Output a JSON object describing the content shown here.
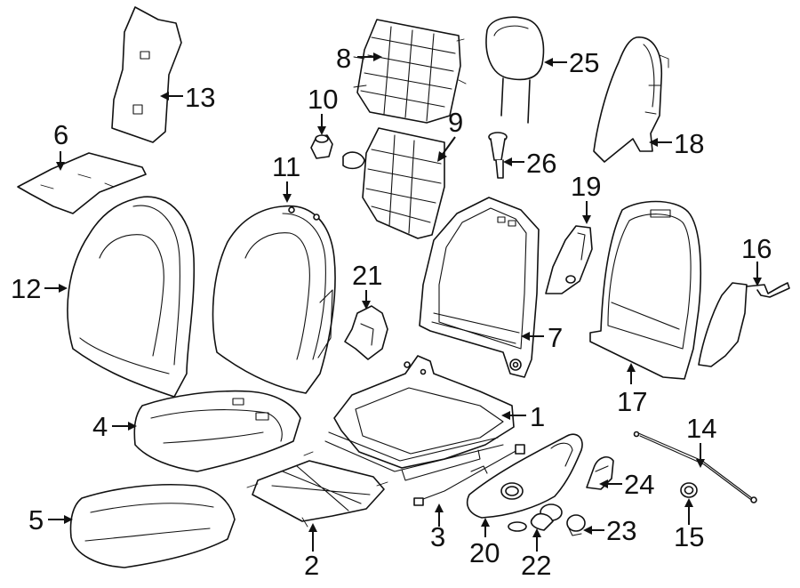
{
  "diagram": {
    "style": "line-art exploded parts view",
    "line_color": "#111111",
    "background": "#ffffff"
  },
  "callouts": [
    {
      "id": "c1",
      "label": "1"
    },
    {
      "id": "c2",
      "label": "2"
    },
    {
      "id": "c3",
      "label": "3"
    },
    {
      "id": "c4",
      "label": "4"
    },
    {
      "id": "c5",
      "label": "5"
    },
    {
      "id": "c6",
      "label": "6"
    },
    {
      "id": "c7",
      "label": "7"
    },
    {
      "id": "c8",
      "label": "8"
    },
    {
      "id": "c9",
      "label": "9"
    },
    {
      "id": "c10",
      "label": "10"
    },
    {
      "id": "c11",
      "label": "11"
    },
    {
      "id": "c12",
      "label": "12"
    },
    {
      "id": "c13",
      "label": "13"
    },
    {
      "id": "c14",
      "label": "14"
    },
    {
      "id": "c15",
      "label": "15"
    },
    {
      "id": "c16",
      "label": "16"
    },
    {
      "id": "c17",
      "label": "17"
    },
    {
      "id": "c18",
      "label": "18"
    },
    {
      "id": "c19",
      "label": "19"
    },
    {
      "id": "c20",
      "label": "20"
    },
    {
      "id": "c21",
      "label": "21"
    },
    {
      "id": "c22",
      "label": "22"
    },
    {
      "id": "c23",
      "label": "23"
    },
    {
      "id": "c24",
      "label": "24"
    },
    {
      "id": "c25",
      "label": "25"
    },
    {
      "id": "c26",
      "label": "26"
    }
  ]
}
